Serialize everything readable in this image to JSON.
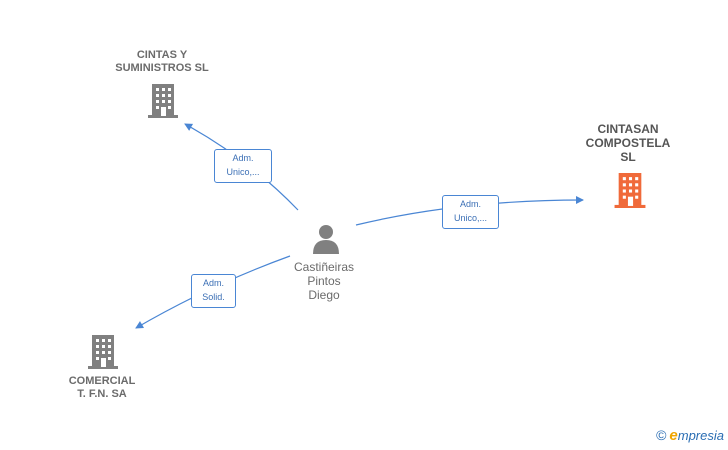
{
  "nodes": {
    "cintas": {
      "line1": "CINTAS Y",
      "line2": "SUMINISTROS SL",
      "color": "#808080"
    },
    "cintasan": {
      "line1": "CINTASAN",
      "line2": "COMPOSTELA",
      "line3": "SL",
      "color": "#f06a3a"
    },
    "comercial": {
      "line1": "COMERCIAL",
      "line2": "T. F.N. SA",
      "color": "#808080"
    },
    "person": {
      "line1": "Castiñeiras",
      "line2": "Pintos",
      "line3": "Diego"
    }
  },
  "edges": {
    "to_cintas": {
      "line1": "Adm.",
      "line2": "Unico,..."
    },
    "to_cintasan": {
      "line1": "Adm.",
      "line2": "Unico,..."
    },
    "to_comercial": {
      "line1": "Adm.",
      "line2": "Solid."
    }
  },
  "colors": {
    "edge": "#4a86d4"
  },
  "brand": {
    "copyright": "©",
    "e": "e",
    "rest": "mpresia"
  }
}
